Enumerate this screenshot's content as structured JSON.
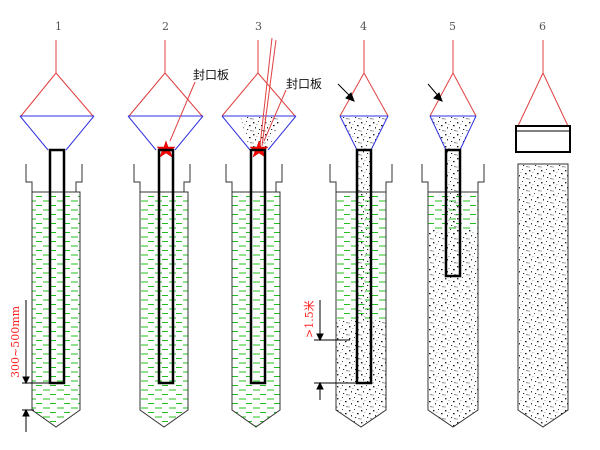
{
  "steps": [
    {
      "number": "1"
    },
    {
      "number": "2"
    },
    {
      "number": "3"
    },
    {
      "number": "4"
    },
    {
      "number": "5"
    },
    {
      "number": "6"
    }
  ],
  "labels": {
    "plug_left": "封口板",
    "plug_right": "封口板"
  },
  "dimensions": {
    "bottom_gap": "300~500mm",
    "embed_depth": ">1.5米"
  },
  "colors": {
    "sling": "#e04040",
    "hopper": "#3030e0",
    "slurry": "#20c020",
    "plug": "#ff0000",
    "pipe": "#000000",
    "casing": "#333333",
    "dimension_text": "#ff2020"
  }
}
